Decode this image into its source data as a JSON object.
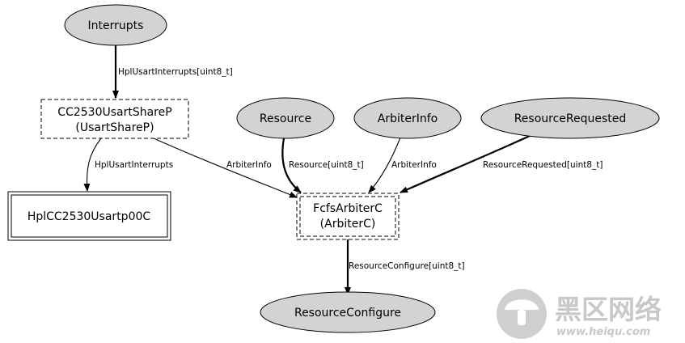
{
  "nodes": {
    "interrupts": "Interrupts",
    "share_line1": "CC2530UsartShareP",
    "share_line2": "(UsartShareP)",
    "hpl": "HplCC2530Usartp00C",
    "resource": "Resource",
    "arbiterinfo": "ArbiterInfo",
    "resourcerequested": "ResourceRequested",
    "fcfs_line1": "FcfsArbiterC",
    "fcfs_line2": "(ArbiterC)",
    "resourceconfigure": "ResourceConfigure"
  },
  "edges": {
    "e1": "HplUsartInterrupts[uint8_t]",
    "e2": "HplUsartInterrupts",
    "e3": "ArbiterInfo",
    "e4": "Resource[uint8_t]",
    "e5": "ArbiterInfo",
    "e6": "ResourceRequested[uint8_t]",
    "e7": "ResourceConfigure[uint8_t]"
  },
  "watermark": {
    "title": "黑区网络",
    "url": "www.heiqu.com"
  },
  "colors": {
    "node_fill": "#d3d3d3",
    "stroke": "#000000",
    "watermark": "#c8c8c8"
  }
}
